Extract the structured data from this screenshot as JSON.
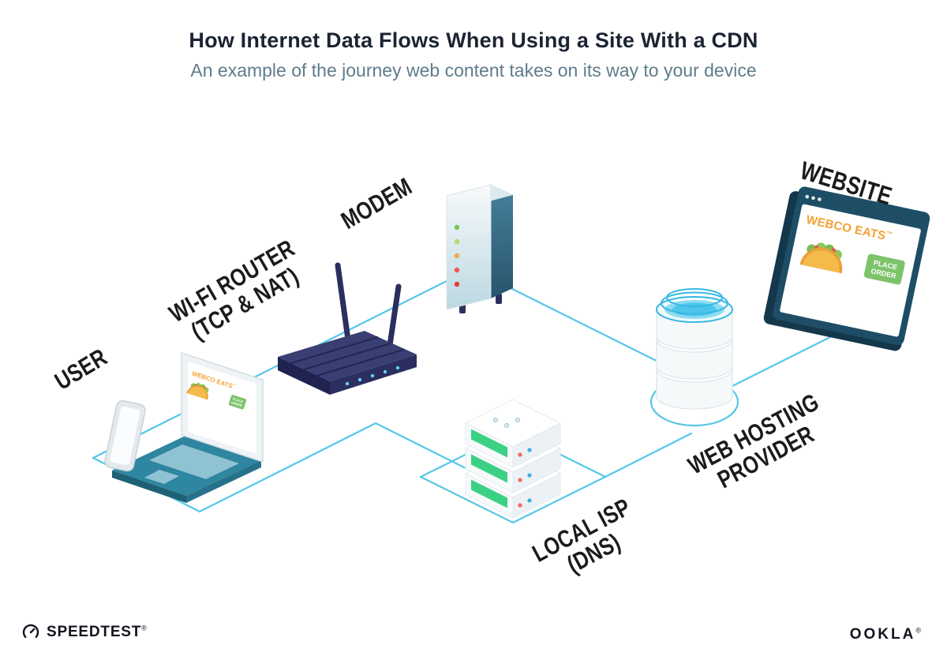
{
  "header": {
    "title": "How Internet Data Flows When Using a Site With a CDN",
    "subtitle": "An example of the journey web content takes on its way to your device"
  },
  "labels": {
    "user": "USER",
    "router_line1": "WI-FI ROUTER",
    "router_line2": "(TCP & NAT)",
    "modem": "MODEM",
    "isp_line1": "LOCAL ISP",
    "isp_line2": "(DNS)",
    "hosting_line1": "WEB HOSTING",
    "hosting_line2": "PROVIDER",
    "website": "WEBSITE"
  },
  "website_screen": {
    "brand": "WEBCO EATS",
    "brand_mark": "™",
    "order_button_line1": "PLACE",
    "order_button_line2": "ORDER"
  },
  "laptop_screen": {
    "brand": "WEBCO EATS",
    "brand_mark": "™",
    "order_button_line1": "PLACE",
    "order_button_line2": "ORDER"
  },
  "footer": {
    "speedtest_label": "SPEEDTEST",
    "speedtest_mark": "®",
    "ookla_label": "OOKLA",
    "ookla_mark": "®"
  },
  "colors": {
    "connection_line": "#56C7E8",
    "device_teal": "#2E86A0",
    "router_navy": "#2B2E5F",
    "brand_orange": "#F5A033",
    "button_green": "#7CC36A",
    "server_green": "#3BD184",
    "title_text": "#1C2433",
    "subtitle_text": "#5E7C8B",
    "label_text": "#1A1B1E"
  }
}
